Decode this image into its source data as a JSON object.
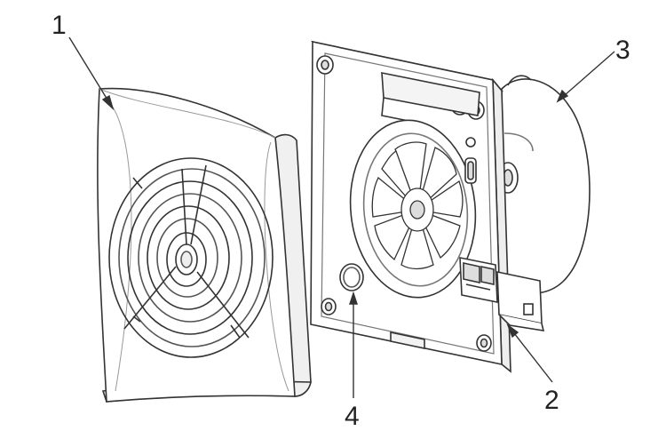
{
  "colors": {
    "line": "#333333",
    "light_line": "#777777",
    "fill": "#ffffff",
    "shade": "#dddddd",
    "dark": "#555555"
  },
  "callouts": [
    {
      "id": "1",
      "label": "1",
      "part": "front-panel"
    },
    {
      "id": "2",
      "label": "2",
      "part": "terminal-block"
    },
    {
      "id": "3",
      "label": "3",
      "part": "motor-housing"
    },
    {
      "id": "4",
      "label": "4",
      "part": "mounting-hole"
    }
  ]
}
